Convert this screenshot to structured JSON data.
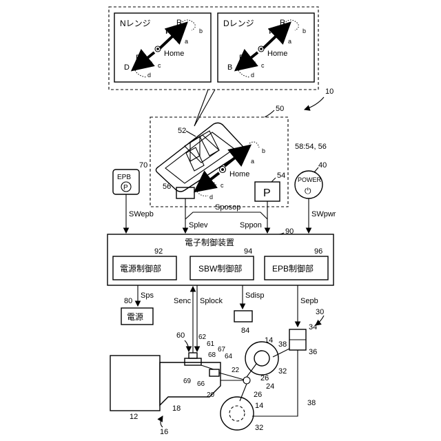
{
  "range_panels": {
    "n_range": {
      "title": "Nレンジ",
      "labels": [
        "R",
        "R",
        "Home",
        "D",
        "D",
        "a",
        "b",
        "c",
        "d"
      ]
    },
    "d_range": {
      "title": "Dレンジ",
      "labels": [
        "R",
        "N",
        "Home",
        "B",
        "B",
        "a",
        "b",
        "c",
        "d"
      ]
    }
  },
  "device_refs": {
    "overall": "10",
    "shift_unit": "50",
    "lever": "52",
    "p_switch_ref": "54",
    "sensor": "56",
    "note": "58:54, 56",
    "epb_switch": "70",
    "power_switch": "40",
    "ecu": "90",
    "power_ctrl_ref": "92",
    "sbw_ctrl_ref": "94",
    "epb_ctrl_ref": "96",
    "power_source_ref": "80",
    "display_ref": "84",
    "actuator_ref": "30",
    "actuator_upper": "34",
    "actuator_lower": "36"
  },
  "shift_unit": {
    "home_label": "Home",
    "p_label": "P",
    "pos_labels": [
      "a",
      "b",
      "c",
      "d"
    ]
  },
  "epb_switch": {
    "title": "EPB",
    "symbol": "P"
  },
  "power_switch": {
    "title": "POWER",
    "symbol": "⏻"
  },
  "ecu": {
    "title": "電子制御装置",
    "blocks": [
      "電源制御部",
      "SBW制御部",
      "EPB制御部"
    ]
  },
  "power_source": {
    "label": "電源"
  },
  "signals": {
    "swepb": "SWepb",
    "sposop": "Sposop",
    "splev": "Splev",
    "sppon": "Sppon",
    "swpwr": "SWpwr",
    "sps": "Sps",
    "senc": "Senc",
    "splock": "Splock",
    "sdisp": "Sdisp",
    "sepb": "Sepb"
  },
  "drivetrain_refs": {
    "engine": "12",
    "transmission": "18",
    "vehicle": "16",
    "parking_unit": "60",
    "r62": "62",
    "r61": "61",
    "r67": "67",
    "r68": "68",
    "r64": "64",
    "r22": "22",
    "r69": "69",
    "r66": "66",
    "r20": "20",
    "wheel_upper": "14",
    "wheel_lower": "14",
    "cable": "38",
    "cable2": "38",
    "brake_upper": "32",
    "brake_lower": "32",
    "axle_upper": "26",
    "axle_lower": "26",
    "diff": "24"
  }
}
